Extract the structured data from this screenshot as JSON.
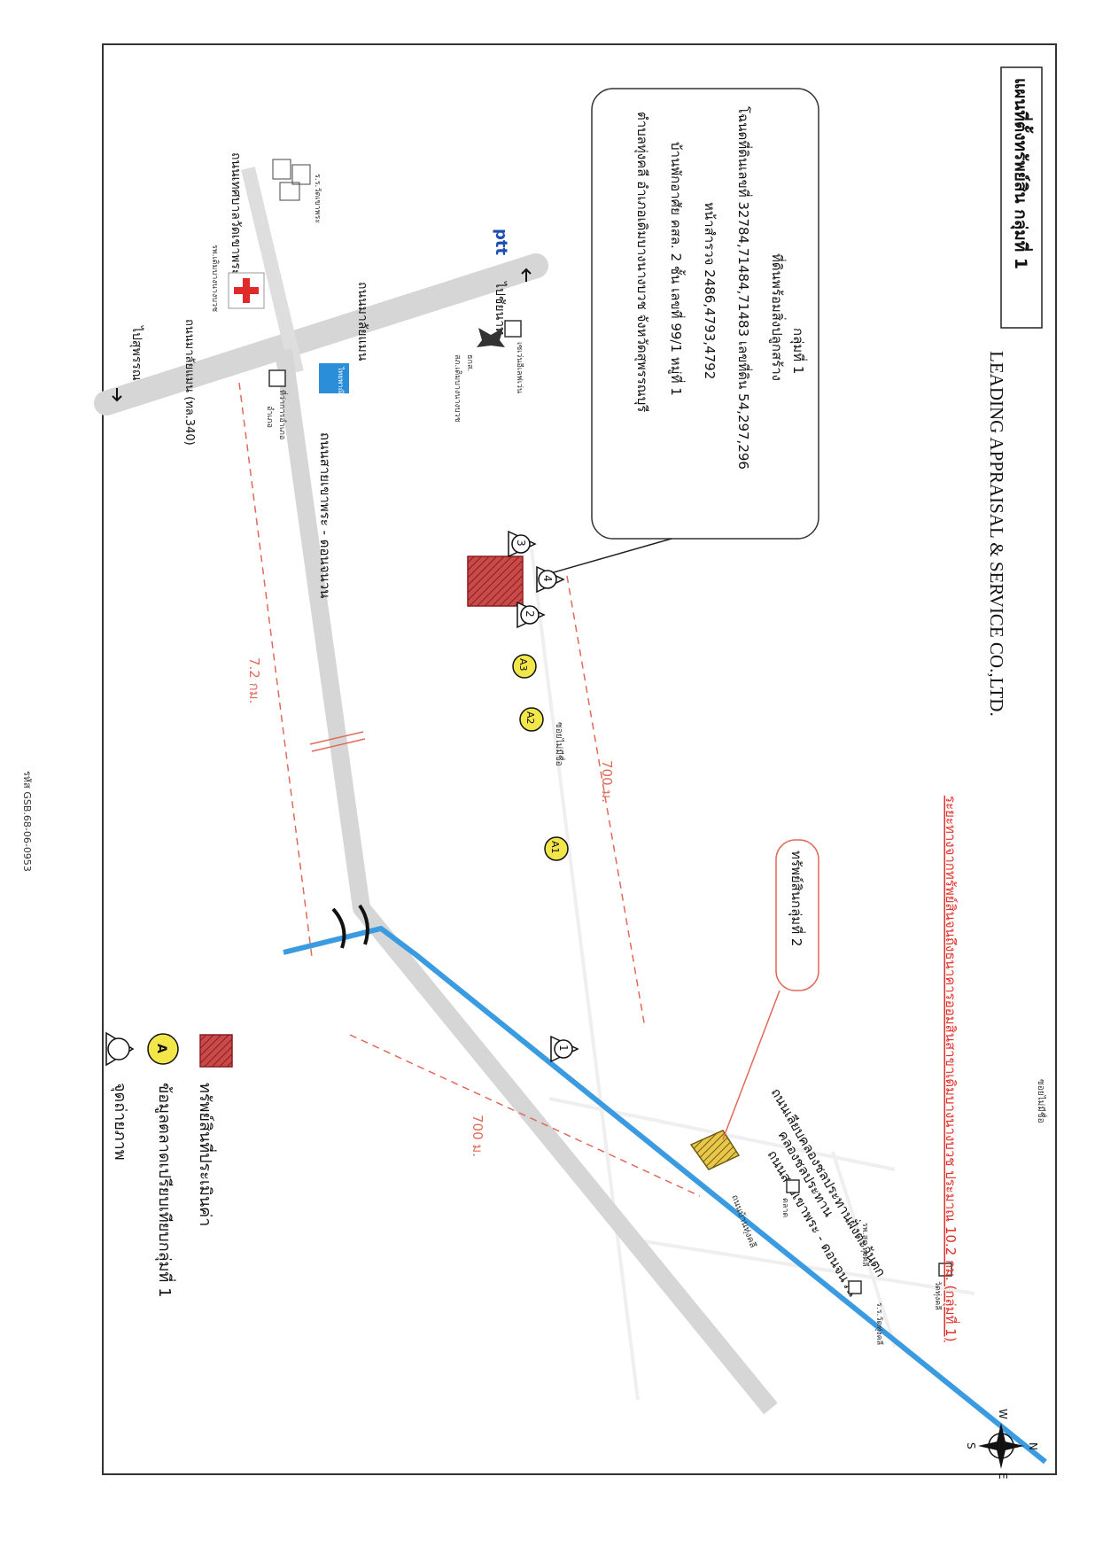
{
  "header": {
    "map_title": "แผนที่ตั้งทรัพย์สิน กลุ่มที่ 1",
    "company": "LEADING APPRAISAL & SERVICE CO.,LTD."
  },
  "info_box": {
    "line1": "กลุ่มที่ 1",
    "line2": "ที่ดินพร้อมสิ่งปลูกสร้าง",
    "line3": "โฉนดที่ดินเลขที่ 32784,71484,71483 เลขที่ดิน 54,297,296",
    "line4": "หน้าสำรวจ 2486,4793,4792",
    "line5": "บ้านพักอาศัย คสล. 2 ชั้น เลขที่ 99/1 หมู่ที่ 1",
    "line6": "ตำบลทุ่งคลี อำเภอเดิมบางนางบวช จังหวัดสุพรรณบุรี"
  },
  "roads": {
    "main_road": "ถนนสายเขาพระ - ดอนจนวน",
    "canal_road": "ถนนเลียบคลองชลประทานฝั่งตะวันตก",
    "canal": "คลองชลประทาน",
    "main_road_2": "ถนนสายเขาพระ - ดอนจนวน",
    "highway": "ถนนมาลัยแมน",
    "highway_2": "ถนนมาลัยแมน (ทล.340)",
    "temple_road": "ถนนเทศบาลวัดเขาพระ",
    "soi_right": "ซอยไม่มีชื่อ",
    "soi_mid": "ซอยไม่มีชื่อ",
    "baan_road": "ถนนบ้านทุ่งคลี",
    "to_chainat": "ไปชัยนาท",
    "to_suphan": "ไปสุพรรณ"
  },
  "landmarks": {
    "ptt": "ptt",
    "school": "ร.ร.วัดเขาพระ",
    "hospital": "รพ.เดิมบางนางบวช",
    "bank": "ธกส.",
    "bank_name": "ไทยพาณิชย์",
    "amphur_office": "ที่ว่าการอำเภอ",
    "district_office": "อำเภอ",
    "police": "สภ.เดิมบางนางบวช",
    "seven_eleven": "เซเว่นอีเลฟเว่น",
    "temple_east": "วัดทุ่งคลี",
    "school_east": "ร.ร.วัดทุ่งคลี",
    "health_center": "รพ.สต.ทุ่งคลี",
    "market": "ตลาด"
  },
  "distances": {
    "d1": "7.2 กม.",
    "d2": "700 ม.",
    "d3": "700 ม."
  },
  "markers": {
    "comp_a1": "A1",
    "comp_a2": "A2",
    "comp_a3": "A3",
    "photo_1": "1",
    "photo_2": "2",
    "photo_3": "3",
    "photo_4": "4"
  },
  "group2_label": "ทรัพย์สินกลุ่มที่ 2",
  "legend": {
    "subject": "ทรัพย์สินที่ประเมินค่า",
    "comparable": "ข้อมูลตลาดเปรียบเทียบกลุ่มที่ 1",
    "photo_point": "จุดถ่ายภาพ",
    "comp_symbol": "A"
  },
  "footer": {
    "distance_note": "ระยะทางจากทรัพย์สินจนถึงธนาคารออมสินสาขาเดิมบางนางบวช ประมาณ  10.2 กม. (กลุ่มที่ 1)",
    "code": "รหัส GSB.68-06-0953"
  },
  "compass": {
    "n": "N",
    "s": "S",
    "e": "E",
    "w": "W"
  },
  "colors": {
    "subject_fill": "#c94a4a",
    "group2_fill": "#e8c84a",
    "comp_fill": "#f2e64a",
    "canal": "#3b9be0",
    "road": "#dcdcdc",
    "distance_line": "#e06a5a"
  }
}
